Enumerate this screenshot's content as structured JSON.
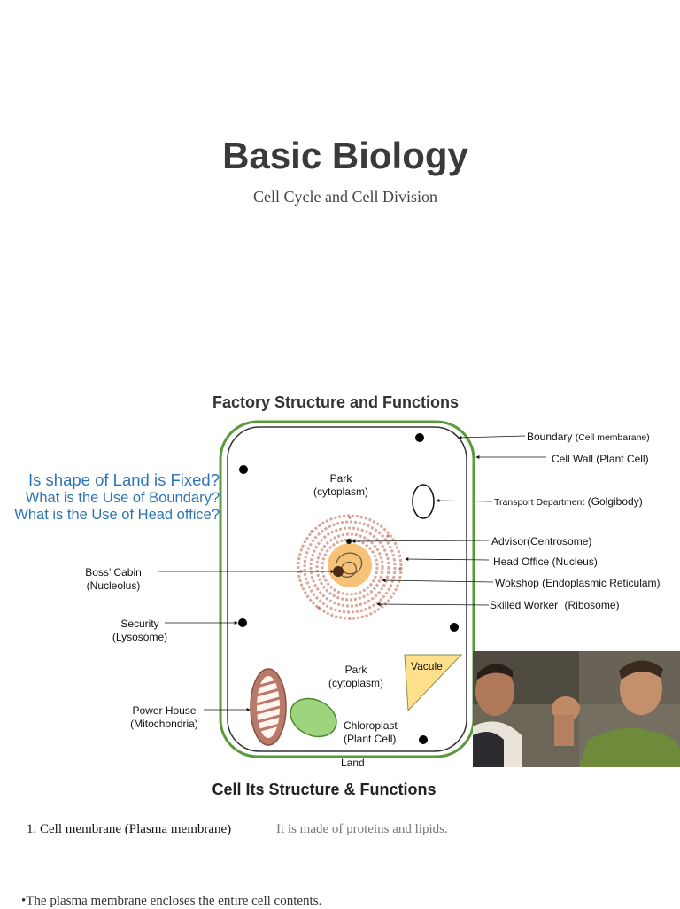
{
  "title_slide": {
    "title": "Basic Biology",
    "subtitle": "Cell Cycle and Cell Division"
  },
  "factory_slide": {
    "heading": "Factory Structure and Functions",
    "questions": [
      "Is shape of Land is Fixed?",
      "What is the Use of Boundary?",
      "What is the Use of Head office?"
    ],
    "labels": {
      "boundary": "Boundary",
      "boundary_sub": "(Cell membarane)",
      "cell_wall": "Cell Wall (Plant Cell)",
      "transport": "Transport Department",
      "transport_sub": "(Golgibody)",
      "advisor": "Advisor",
      "advisor_sub": "(Centrosome)",
      "head_office": "Head Office",
      "head_office_sub": "(Nucleus)",
      "workshop": "Wokshop",
      "workshop_sub": "(Endoplasmic Reticulam)",
      "skilled_worker": "Skilled Worker",
      "skilled_worker_sub": "(Ribosome)",
      "park_top": "Park",
      "park_top_sub": "(cytoplasm)",
      "park_bottom": "Park",
      "park_bottom_sub": "(cytoplasm)",
      "boss_cabin": "Boss’ Cabin",
      "boss_cabin_sub": "(Nucleolus)",
      "security": "Security",
      "security_sub": "(Lysosome)",
      "power_house": "Power House",
      "power_house_sub": "(Mitochondria)",
      "chloroplast": "Chloroplast",
      "chloroplast_sub": "(Plant Cell)",
      "vacuole": "Vacule",
      "land": "Land"
    }
  },
  "structure_slide": {
    "heading": "Cell Its Structure & Functions",
    "item_label": "1. Cell membrane (Plasma membrane)",
    "item_description": "It is made of proteins and lipids.",
    "bullet": "•The plasma membrane encloses the entire cell contents."
  },
  "colors": {
    "cell_wall": "#5a9a3a",
    "membrane": "#333333",
    "nucleus": "#f6c27a",
    "er": "#d9a89a",
    "mitochondria": "#b97a6a",
    "chloroplast": "#9fd47f",
    "vacuole": "#ffe08a",
    "question_blue": "#2e75b6"
  }
}
